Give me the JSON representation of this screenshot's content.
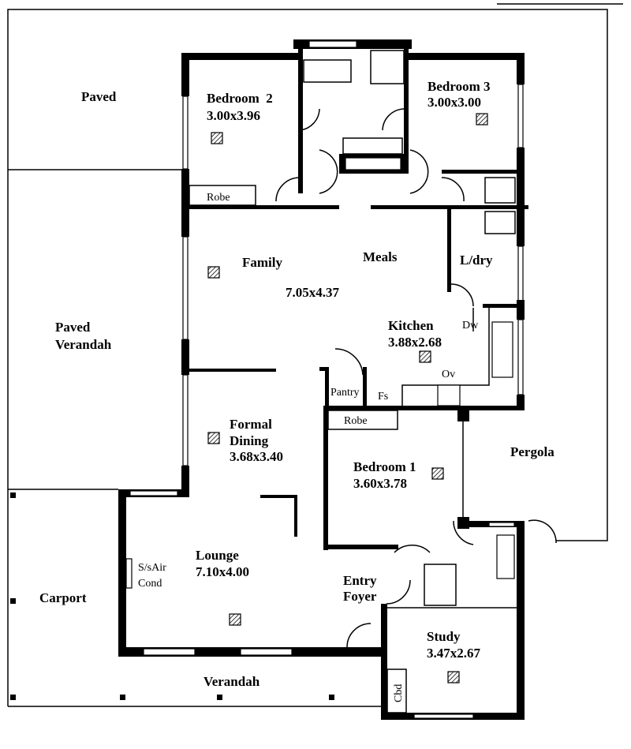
{
  "plan": {
    "paved": "Paved",
    "paved_verandah": [
      "Paved",
      "Verandah"
    ],
    "carport": "Carport",
    "verandah": "Verandah",
    "pergola": "Pergola",
    "rooms": {
      "bedroom2": {
        "name": "Bedroom  2",
        "size": "3.00x3.96"
      },
      "bedroom3": {
        "name": "Bedroom 3",
        "size": "3.00x3.00"
      },
      "family": {
        "name": "Family"
      },
      "meals": {
        "name": "Meals"
      },
      "family_meals_size": "7.05x4.37",
      "laundry": {
        "name": "L/dry"
      },
      "kitchen": {
        "name": "Kitchen",
        "size": "3.88x2.68"
      },
      "formal_dining": {
        "name": [
          "Formal",
          "Dining"
        ],
        "size": "3.68x3.40"
      },
      "bedroom1": {
        "name": "Bedroom 1",
        "size": "3.60x3.78"
      },
      "lounge": {
        "name": "Lounge",
        "size": "7.10x4.00"
      },
      "entry": {
        "name": [
          "Entry",
          "Foyer"
        ]
      },
      "study": {
        "name": "Study",
        "size": "3.47x2.67"
      }
    },
    "small_labels": {
      "robe_bed2": "Robe",
      "robe_bed1": "Robe",
      "pantry": "Pantry",
      "fs": "Fs",
      "dw": "Dw",
      "ov": "Ov",
      "cbd": "Cbd",
      "aircon": [
        "S/sAir",
        "Cond"
      ]
    }
  }
}
